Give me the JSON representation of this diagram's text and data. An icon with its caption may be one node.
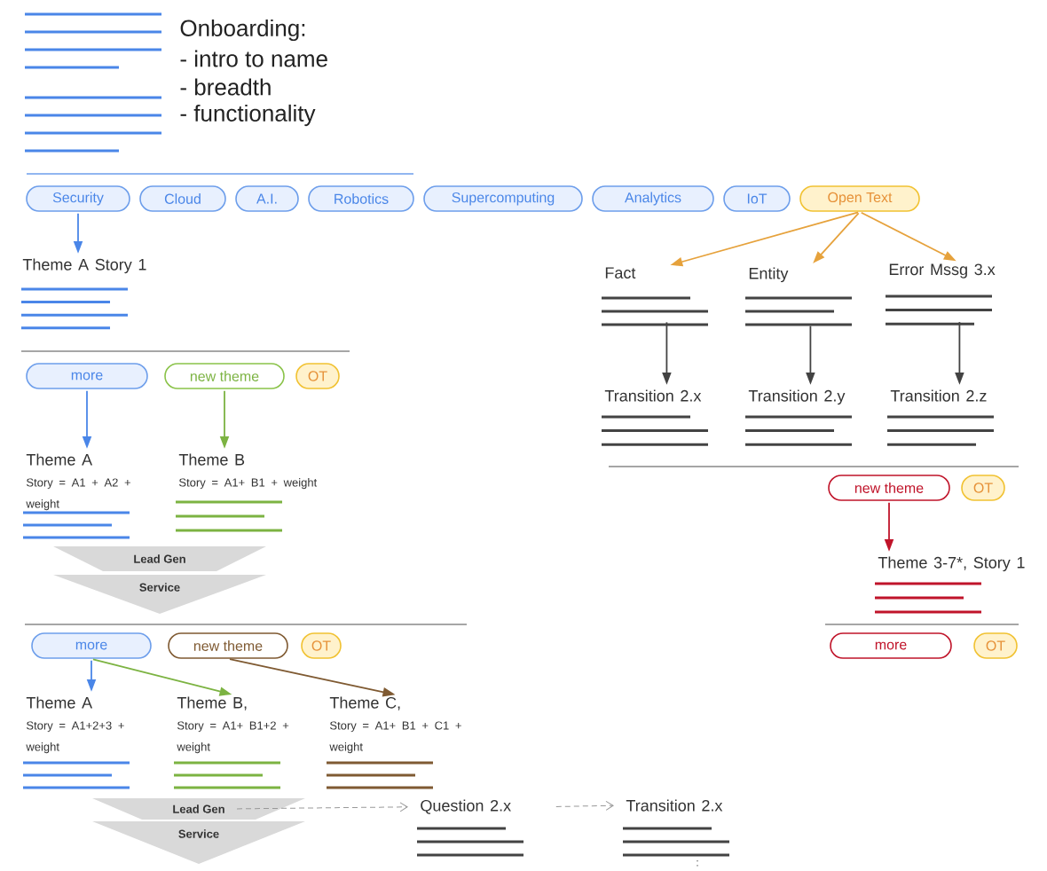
{
  "diagram": {
    "nodes": [
      {
        "text": [
          "Security"
        ]
      },
      {
        "text": [
          "Cloud"
        ]
      },
      {
        "text": [
          "A.I."
        ]
      },
      {
        "text": [
          "Robotics"
        ]
      },
      {
        "text": [
          "Supercomputing"
        ]
      },
      {
        "text": [
          "Analytics"
        ]
      },
      {
        "text": [
          "IoT"
        ]
      },
      {
        "text": [
          "Open Text"
        ]
      },
      {
        "text": [
          "Theme A Story 1"
        ]
      },
      {
        "text": [
          "Fact"
        ]
      },
      {
        "text": [
          "Entity"
        ]
      },
      {
        "text": [
          "Error Mssg 3.x"
        ]
      },
      {
        "text": [
          "Transition 2.x"
        ]
      },
      {
        "text": [
          "Transition 2.y"
        ]
      },
      {
        "text": [
          "Transition 2.z"
        ]
      },
      {
        "text": [
          "more"
        ]
      },
      {
        "text": [
          "new theme"
        ]
      },
      {
        "text": [
          "OT"
        ]
      },
      {
        "text": [
          "Theme A",
          "Story = A1 + A2 + weight"
        ]
      },
      {
        "text": [
          "Theme B",
          "Story = A1+ B1 + weight"
        ]
      },
      {
        "text": [
          "Lead Gen"
        ]
      },
      {
        "text": [
          "Service"
        ]
      },
      {
        "text": [
          "new theme"
        ]
      },
      {
        "text": [
          "OT"
        ]
      },
      {
        "text": [
          "Theme 3-7*, Story 1"
        ]
      },
      {
        "text": [
          "more"
        ]
      },
      {
        "text": [
          "OT"
        ]
      },
      {
        "text": [
          "more"
        ]
      },
      {
        "text": [
          "new theme"
        ]
      },
      {
        "text": [
          "OT"
        ]
      },
      {
        "text": [
          "Theme A",
          "Story = A1+2+3  + weight"
        ]
      },
      {
        "text": [
          "Theme B,",
          "Story = A1+ B1+2 + weight"
        ]
      },
      {
        "text": [
          "Theme C,",
          "Story = A1+ B1 + C1  + weight"
        ]
      },
      {
        "text": [
          "Lead Gen"
        ]
      },
      {
        "text": [
          "Service"
        ]
      },
      {
        "text": [
          "Question 2.x"
        ]
      },
      {
        "text": [
          "Transition 2.x"
        ]
      }
    ],
    "edges": [
      {
        "from": 0,
        "to": 8,
        "arrow": "to",
        "color": "#4a86e8"
      },
      {
        "from": 7,
        "to": 9,
        "arrow": "to",
        "color": "#e6a23c"
      },
      {
        "from": 7,
        "to": 10,
        "arrow": "to",
        "color": "#e6a23c"
      },
      {
        "from": 7,
        "to": 11,
        "arrow": "to",
        "color": "#e6a23c"
      },
      {
        "from": 9,
        "to": 12,
        "arrow": "to",
        "color": "#434343"
      },
      {
        "from": 10,
        "to": 13,
        "arrow": "to",
        "color": "#434343"
      },
      {
        "from": 11,
        "to": 14,
        "arrow": "to",
        "color": "#434343"
      },
      {
        "from": 15,
        "to": 18,
        "arrow": "to",
        "color": "#4a86e8"
      },
      {
        "from": 16,
        "to": 19,
        "arrow": "to",
        "color": "#7cb342"
      },
      {
        "from": 22,
        "to": 24,
        "arrow": "to",
        "color": "#c0142a"
      },
      {
        "from": 27,
        "to": 30,
        "arrow": "to",
        "color": "#4a86e8"
      },
      {
        "from": 27,
        "to": 31,
        "arrow": "to",
        "color": "#7cb342"
      },
      {
        "from": 28,
        "to": 32,
        "arrow": "to",
        "color": "#7f5a32"
      },
      {
        "from": 33,
        "to": 35,
        "arrow": "to",
        "style": "dashed",
        "color": "#999999"
      },
      {
        "from": 35,
        "to": 36,
        "arrow": "to",
        "style": "dashed",
        "color": "#999999"
      }
    ],
    "labels": [
      "Onboarding:",
      "- intro to name",
      "- breadth",
      "- functionality"
    ]
  }
}
